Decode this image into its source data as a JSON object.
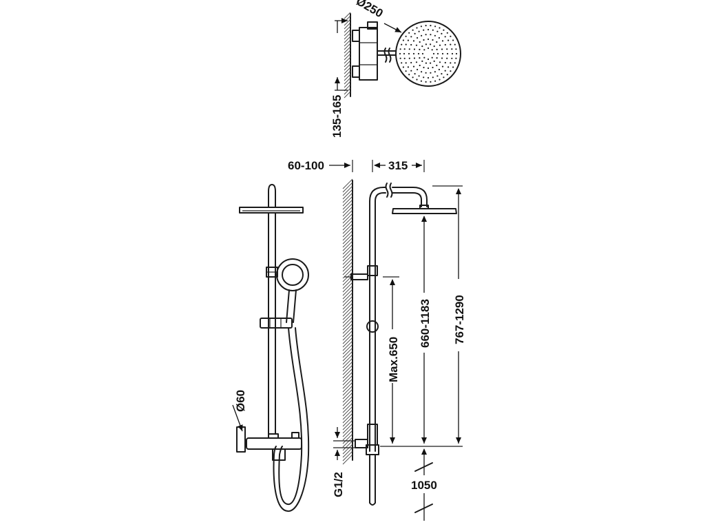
{
  "dimensions": {
    "head_diameter": "Ø250",
    "wall_offset_top": "135-165",
    "wall_offset": "60-100",
    "arm_length": "315",
    "total_height": "767-1290",
    "head_height": "660-1183",
    "handshower_max": "Max.650",
    "outlet_spacing": "Ø60",
    "thread": "G1/2",
    "floor_height": "1050"
  },
  "colors": {
    "line": "#1a1a1a",
    "background": "#ffffff"
  }
}
